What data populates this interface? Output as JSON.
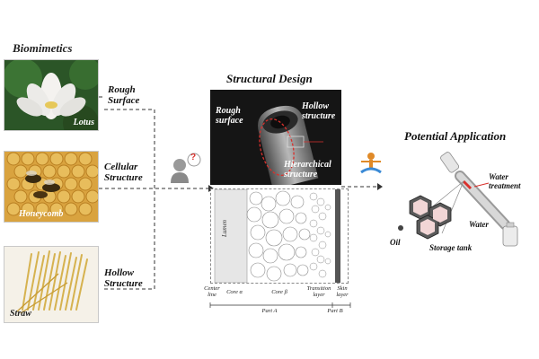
{
  "biomimetics": {
    "title": "Biomimetics",
    "items": [
      {
        "caption": "Lotus",
        "label_line1": "Rough",
        "label_line2": "Surface"
      },
      {
        "caption": "Honeycomb",
        "label_line1": "Cellular",
        "label_line2": "Structure"
      },
      {
        "caption": "Straw",
        "label_line1": "Hollow",
        "label_line2": "Structure"
      }
    ]
  },
  "structural_design": {
    "title": "Structural Design",
    "sem": {
      "rough_line1": "Rough",
      "rough_line2": "surface",
      "hollow_line1": "Hollow",
      "hollow_line2": "structure",
      "hier_line1": "Hierarchical",
      "hier_line2": "structure"
    },
    "section": {
      "lumen": "Lumen",
      "center_line1": "Center",
      "center_line2": "line",
      "core_a": "Core α",
      "core_b": "Core β",
      "transition_line1": "Transition",
      "transition_line2": "layer",
      "skin_line1": "Skin",
      "skin_line2": "layer",
      "part_a": "Part A",
      "part_b": "Part B"
    },
    "question_mark": "?"
  },
  "potential_application": {
    "title": "Potential Application",
    "water_line1": "Water",
    "water_line2": "treatment",
    "water": "Water",
    "oil": "Oil",
    "storage_tank": "Storage tank"
  },
  "colors": {
    "accent_red": "#d9302c",
    "sem_bg": "#151515",
    "line": "#333333"
  }
}
